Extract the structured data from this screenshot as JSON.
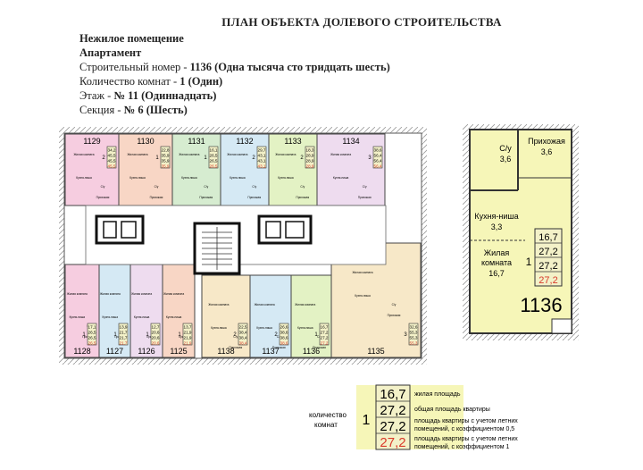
{
  "title": "ПЛАН ОБЪЕКТА ДОЛЕВОГО СТРОИТЕЛЬСТВА",
  "info": {
    "type_line": "Нежилое помещение",
    "subtype_line": "Апартамент",
    "number_label": "Строительный номер - ",
    "number_value": "1136 (Одна тысяча сто тридцать шесть)",
    "rooms_label": "Количество комнат - ",
    "rooms_value": "1 (Один)",
    "floor_label": "Этаж - ",
    "floor_value": "№ 11 (Одиннадцать)",
    "section_label": "Секция - ",
    "section_value": "№ 6 (Шесть)"
  },
  "floor_plan": {
    "units": [
      {
        "number": "1129",
        "rooms": "2",
        "areas": [
          "34,2",
          "45,5",
          "45,5",
          "45,5"
        ]
      },
      {
        "number": "1130",
        "rooms": "1",
        "areas": [
          "22,8",
          "35,9",
          "35,9",
          "35,9"
        ]
      },
      {
        "number": "1131",
        "rooms": "1",
        "areas": [
          "16,1",
          "26,5",
          "26,5",
          "26,5"
        ]
      },
      {
        "number": "1132",
        "rooms": "2",
        "areas": [
          "29,7",
          "43,1",
          "43,1",
          "43,1"
        ]
      },
      {
        "number": "1133",
        "rooms": "2",
        "areas": [
          "18,3",
          "28,9",
          "28,9",
          "28,9"
        ]
      },
      {
        "number": "1134",
        "rooms": "3",
        "areas": [
          "38,6",
          "56,4",
          "56,4",
          "56,4"
        ]
      },
      {
        "number": "1135",
        "rooms": "3",
        "areas": [
          "32,6",
          "55,3",
          "55,3",
          "55,3"
        ]
      },
      {
        "number": "1128",
        "rooms": "1",
        "areas": [
          "17,1",
          "26,5",
          "26,5",
          "26,5"
        ]
      },
      {
        "number": "1127",
        "rooms": "1",
        "areas": [
          "13,9",
          "21,7",
          "21,7",
          "21,7"
        ]
      },
      {
        "number": "1126",
        "rooms": "1",
        "areas": [
          "12,7",
          "20,6",
          "20,6",
          "20,6"
        ]
      },
      {
        "number": "1125",
        "rooms": "1",
        "areas": [
          "13,7",
          "21,9",
          "21,9",
          "21,9"
        ]
      },
      {
        "number": "1138",
        "rooms": "2",
        "areas": [
          "22,5",
          "38,4",
          "38,4",
          "38,4"
        ]
      },
      {
        "number": "1137",
        "rooms": "2",
        "areas": [
          "26,6",
          "38,6",
          "38,6",
          "38,6"
        ]
      },
      {
        "number": "1136",
        "rooms": "1",
        "areas": [
          "16,7",
          "27,2",
          "27,2",
          "27,2"
        ]
      }
    ],
    "room_label": "Жилая комната",
    "kitchen_label": "Кухня-ниша",
    "hall_label": "Прихожая",
    "bath_label": "С/у"
  },
  "detail": {
    "bath_label": "С/у",
    "bath_area": "3,6",
    "hall_label": "Прихожая",
    "hall_area": "3,6",
    "kitchen_label": "Кухня-ниша",
    "kitchen_area": "3,3",
    "room_label_1": "Жилая",
    "room_label_2": "комната",
    "room_area": "16,7",
    "rooms": "1",
    "areas": [
      "16,7",
      "27,2",
      "27,2",
      "27,2"
    ],
    "number": "1136"
  },
  "legend": {
    "rooms_label_1": "количество",
    "rooms_label_2": "комнат",
    "rooms": "1",
    "values": [
      "16,7",
      "27,2",
      "27,2",
      "27,2"
    ],
    "desc": [
      "жилая площадь",
      "общая площадь квартиры",
      "площадь квартиры с учетом летних",
      "помещений, с коэффициентом 0,5",
      "площадь квартиры с учетом летних",
      "помещений, с коэффициентом 1"
    ]
  },
  "colors": {
    "unit_fills": [
      "#f6cde0",
      "#f8d6c5",
      "#d6ecd0",
      "#d5e9f4",
      "#e3f2c4",
      "#eedcef",
      "#f7e8c8",
      "#f6cde0",
      "#d5e9f4",
      "#eedcef",
      "#f8d6c5",
      "#f7e8c8",
      "#d5e9f4",
      "#e3f2c4"
    ],
    "highlight": "#f6f6b8",
    "area_box": "#f3f1c8",
    "red": "#d93a2b"
  }
}
